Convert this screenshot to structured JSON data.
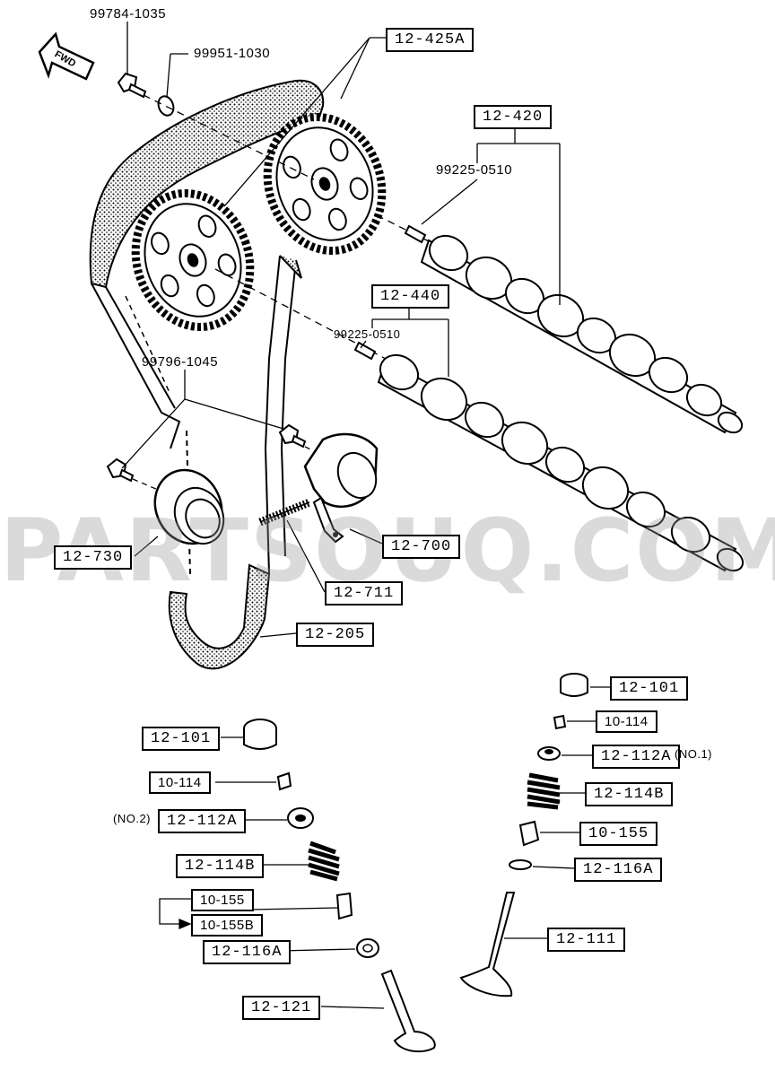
{
  "watermark": "PARTSOUQ.COM",
  "fwd_label": "FWD",
  "callouts": {
    "c_99784": "99784-1035",
    "c_99951": "99951-1030",
    "c_12_425A": "12-425A",
    "c_12_420": "12-420",
    "c_99225_a": "99225-0510",
    "c_12_440": "12-440",
    "c_99225_b": "99225-0510",
    "c_99796": "99796-1045",
    "c_12_730": "12-730",
    "c_12_700": "12-700",
    "c_12_711": "12-711",
    "c_12_205": "12-205",
    "c_12_101_r": "12-101",
    "c_10_114_r": "10-114",
    "c_12_112A_r": "12-112A",
    "c_no1": "(NO.1)",
    "c_12_114B_r": "12-114B",
    "c_10_155_r": "10-155",
    "c_12_116A_r": "12-116A",
    "c_12_111": "12-111",
    "c_12_101_l": "12-101",
    "c_10_114_l": "10-114",
    "c_no2": "(NO.2)",
    "c_12_112A_l": "12-112A",
    "c_12_114B_l": "12-114B",
    "c_10_155_l": "10-155",
    "c_10_155B": "10-155B",
    "c_12_116A_l": "12-116A",
    "c_12_121": "12-121"
  }
}
